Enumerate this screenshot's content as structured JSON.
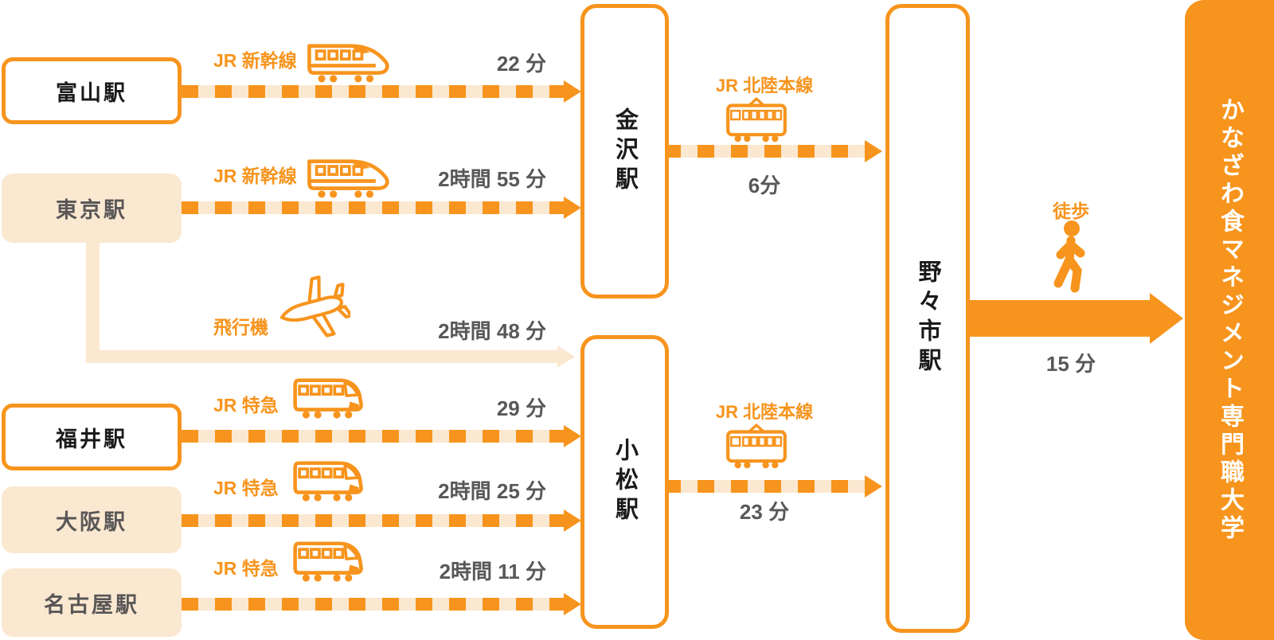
{
  "colors": {
    "orange": "#F7941D",
    "cream": "#FBE8D1",
    "time_text": "#595757",
    "station_text": "#1A1A1A",
    "destination_text": "#FFFFFF"
  },
  "destination": {
    "label": "かなざわ食マネジメント専門職大学"
  },
  "stations": {
    "toyama": {
      "label": "富山駅"
    },
    "tokyo": {
      "label": "東京駅"
    },
    "fukui": {
      "label": "福井駅"
    },
    "osaka": {
      "label": "大阪駅"
    },
    "nagoya": {
      "label": "名古屋駅"
    },
    "kanazawa": {
      "label": "金沢駅"
    },
    "komatsu": {
      "label": "小松駅"
    },
    "nonoichi": {
      "label": "野々市駅"
    }
  },
  "routes": {
    "toyama_kanazawa": {
      "mode": "JR 新幹線",
      "time": "22 分",
      "icon": "shinkansen-icon"
    },
    "tokyo_kanazawa": {
      "mode": "JR 新幹線",
      "time": "2時間 55 分",
      "icon": "shinkansen-icon"
    },
    "tokyo_komatsu": {
      "mode": "飛行機",
      "time": "2時間 48 分",
      "icon": "airplane-icon"
    },
    "fukui_komatsu": {
      "mode": "JR 特急",
      "time": "29 分",
      "icon": "express-train-icon"
    },
    "osaka_komatsu": {
      "mode": "JR 特急",
      "time": "2時間 25 分",
      "icon": "express-train-icon"
    },
    "nagoya_komatsu": {
      "mode": "JR 特急",
      "time": "2時間 11 分",
      "icon": "express-train-icon"
    },
    "kanazawa_nonoichi": {
      "mode": "JR 北陸本線",
      "time": "6分",
      "icon": "local-train-icon"
    },
    "komatsu_nonoichi": {
      "mode": "JR 北陸本線",
      "time": "23 分",
      "icon": "local-train-icon"
    },
    "nonoichi_university": {
      "mode": "徒歩",
      "time": "15 分",
      "icon": "walking-person-icon"
    }
  }
}
